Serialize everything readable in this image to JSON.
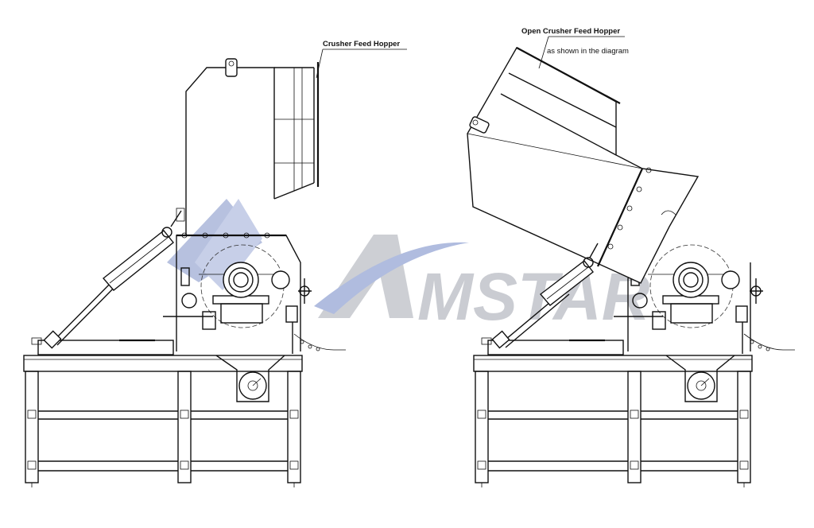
{
  "labels": {
    "left_callout": "Crusher Feed Hopper",
    "right_callout_line1": "Open Crusher Feed Hopper",
    "right_callout_line2": "as shown in the diagram"
  },
  "watermark": {
    "text": "MSTAR",
    "logo_color": "#7d8fc6",
    "text_color": "#b9bcc3"
  }
}
